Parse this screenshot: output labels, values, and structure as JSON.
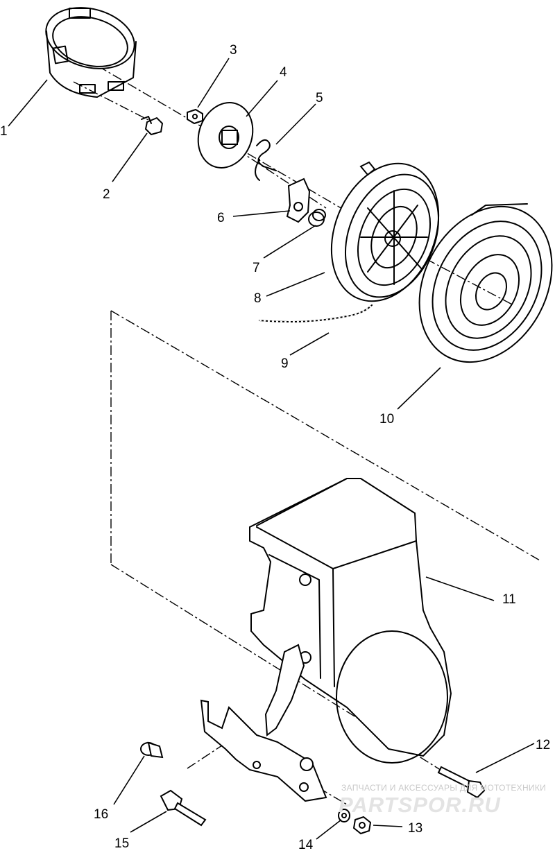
{
  "diagram": {
    "callouts": {
      "c1": "1",
      "c2": "2",
      "c3": "3",
      "c4": "4",
      "c5": "5",
      "c6": "6",
      "c7": "7",
      "c8": "8",
      "c9": "9",
      "c10": "10",
      "c11": "11",
      "c12": "12",
      "c13": "13",
      "c14": "14",
      "c15": "15",
      "c16": "16"
    },
    "watermark": {
      "caption": "ЗАПЧАСТИ И АКСЕССУАРЫ ДЛЯ МОТОТЕХНИКИ",
      "logo": "PARTSPOR.RU"
    }
  }
}
